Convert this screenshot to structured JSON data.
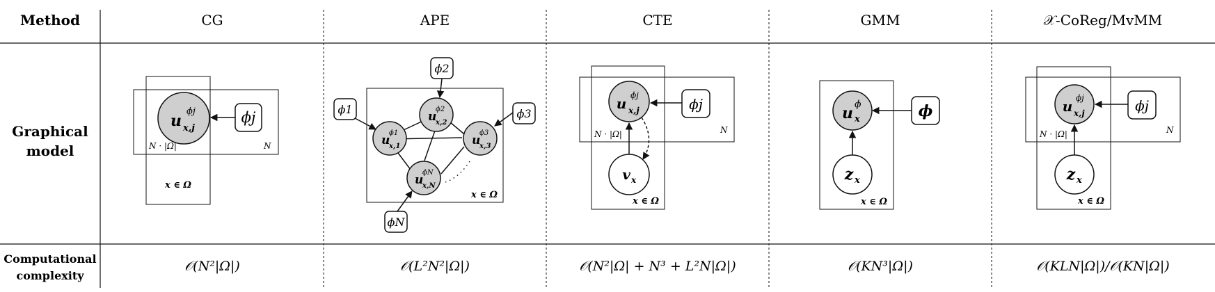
{
  "table": {
    "header_method": "Method",
    "columns": [
      "CG",
      "APE",
      "CTE",
      "GMM",
      "𝒳-CoReg/MvMM"
    ],
    "row_graphical_line1": "Graphical",
    "row_graphical_line2": "model",
    "row_complexity_line1": "Computational",
    "row_complexity_line2": "complexity",
    "complexities": [
      "𝒪(N²|Ω|)",
      "𝒪(L²N²|Ω|)",
      "𝒪(N²|Ω| + N³ + L²N|Ω|)",
      "𝒪(KN³|Ω|)",
      "𝒪(KLN|Ω|)/𝒪(KN|Ω|)"
    ]
  },
  "models": {
    "cg": {
      "node_u": "u",
      "node_u_sup": "ϕj",
      "node_u_sub": "x,j",
      "phi": "ϕj",
      "plate_inner": "N · |Ω|",
      "plate_n": "N",
      "plate_x": "x ∈ Ω"
    },
    "ape": {
      "phi1": "ϕ1",
      "phi2": "ϕ2",
      "phi3": "ϕ3",
      "phiN": "ϕN",
      "n1_sup": "ϕ1",
      "n1_sub": "x,1",
      "n2_sup": "ϕ2",
      "n2_sub": "x,2",
      "n3_sup": "ϕ3",
      "n3_sub": "x,3",
      "nN_sup": "ϕN",
      "nN_sub": "x,N",
      "node_u": "u",
      "plate_x": "x ∈ Ω"
    },
    "cte": {
      "node_u": "u",
      "node_u_sup": "ϕj",
      "node_u_sub": "x,j",
      "phi": "ϕj",
      "node_v": "v",
      "node_v_sub": "x",
      "plate_inner": "N · |Ω|",
      "plate_n": "N",
      "plate_x": "x ∈ Ω"
    },
    "gmm": {
      "node_u": "u",
      "node_u_sup": "ϕ",
      "node_u_sub": "x",
      "phi": "ϕ",
      "node_z": "z",
      "node_z_sub": "x",
      "plate_x": "x ∈ Ω"
    },
    "mvmm": {
      "node_u": "u",
      "node_u_sup": "ϕj",
      "node_u_sub": "x,j",
      "phi": "ϕj",
      "node_z": "z",
      "node_z_sub": "x",
      "plate_inner": "N · |Ω|",
      "plate_n": "N",
      "plate_x": "x ∈ Ω"
    }
  },
  "colors": {
    "observed_fill": "#cfcfcf",
    "latent_fill": "#ffffff",
    "line": "#111111"
  }
}
